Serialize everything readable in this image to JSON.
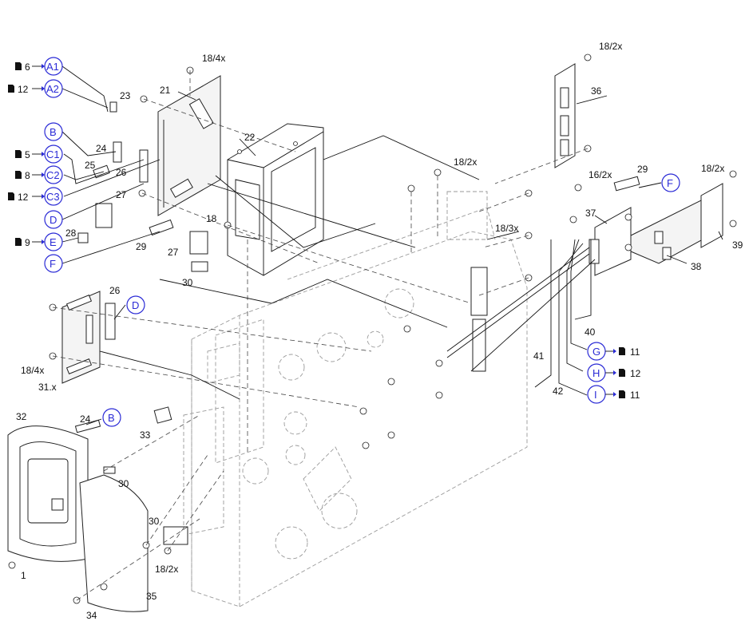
{
  "diagram": {
    "part_numbers": {
      "p1": "1",
      "p16_2x": "16/2x",
      "p18": "18",
      "p18_4x_top": "18/4x",
      "p18_2x_top": "18/2x",
      "p18_2x_mid": "18/2x",
      "p18_2x_right": "18/2x",
      "p18_3x": "18/3x",
      "p18_4x_left": "18/4x",
      "p18_2x_bottom": "18/2x",
      "p21": "21",
      "p22": "22",
      "p23": "23",
      "p24": "24",
      "p24b": "24",
      "p25": "25",
      "p26": "26",
      "p26b": "26",
      "p27": "27",
      "p27b": "27",
      "p28": "28",
      "p29": "29",
      "p29b": "29",
      "p30a": "30",
      "p30b": "30",
      "p30c": "30",
      "p31x": "31.x",
      "p32": "32",
      "p33": "33",
      "p34": "34",
      "p35": "35",
      "p36": "36",
      "p37": "37",
      "p38": "38",
      "p39": "39",
      "p40": "40",
      "p41": "41",
      "p42": "42"
    },
    "callouts": {
      "A1": "A1",
      "A2": "A2",
      "B": "B",
      "C1": "C1",
      "C2": "C2",
      "C3": "C3",
      "D": "D",
      "E": "E",
      "F": "F",
      "D2": "D",
      "B2": "B",
      "F2": "F",
      "G": "G",
      "H": "H",
      "I": "I"
    },
    "page_refs": {
      "A1": "6",
      "A2": "12",
      "C1": "5",
      "C2": "8",
      "C3": "12",
      "E": "9",
      "G": "11",
      "H": "12",
      "I": "11"
    },
    "icons": {
      "page_ref": "document-page-icon"
    },
    "colors": {
      "callout": "#2b2bd6",
      "line": "#111111"
    }
  }
}
